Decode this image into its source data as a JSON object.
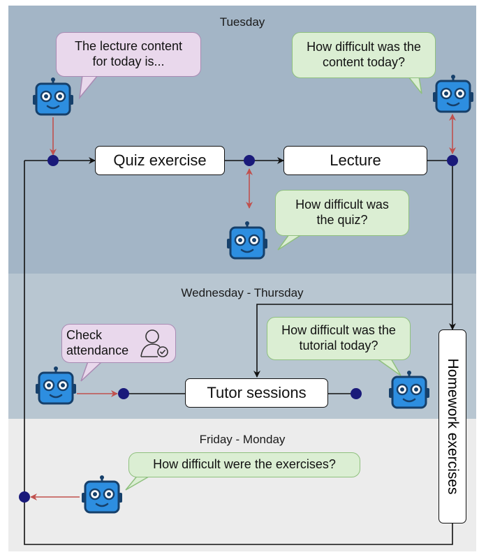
{
  "days": {
    "tuesday": "Tuesday",
    "wednesday_thursday": "Wednesday - Thursday",
    "friday_monday": "Friday - Monday"
  },
  "activities": {
    "quiz": "Quiz exercise",
    "lecture": "Lecture",
    "tutor": "Tutor sessions",
    "homework": "Homework exercises"
  },
  "bubbles": {
    "lecture_content": "The lecture content\nfor today is...",
    "content_difficulty": "How difficult was the\ncontent today?",
    "quiz_difficulty": "How difficult was\nthe quiz?",
    "attendance": "Check\nattendance",
    "tutorial_difficulty": "How difficult was the\ntutorial today?",
    "exercises_difficulty": "How difficult were the exercises?"
  },
  "colors": {
    "tuesday_band": "#a3b5c6",
    "wed_band": "#b8c6d1",
    "fri_band": "#ececec",
    "robot": "#2d8ee0",
    "node": "#1a1a7a",
    "red_arrow": "#c0504d"
  }
}
